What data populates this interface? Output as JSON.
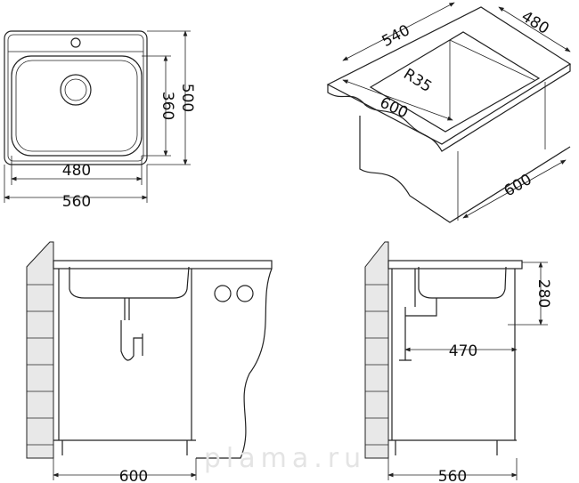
{
  "top_view": {
    "inner_width": "480",
    "outer_width": "560",
    "inner_depth": "360",
    "outer_depth": "500"
  },
  "iso_view": {
    "sink_width": "540",
    "sink_depth": "480",
    "corner_radius": "R35",
    "countertop_width": "600",
    "cabinet_depth": "600"
  },
  "front_view": {
    "cabinet_width": "600"
  },
  "side_view": {
    "bowl_depth": "280",
    "drain_offset": "470",
    "cabinet_depth": "560"
  },
  "watermark": "plama.ru"
}
